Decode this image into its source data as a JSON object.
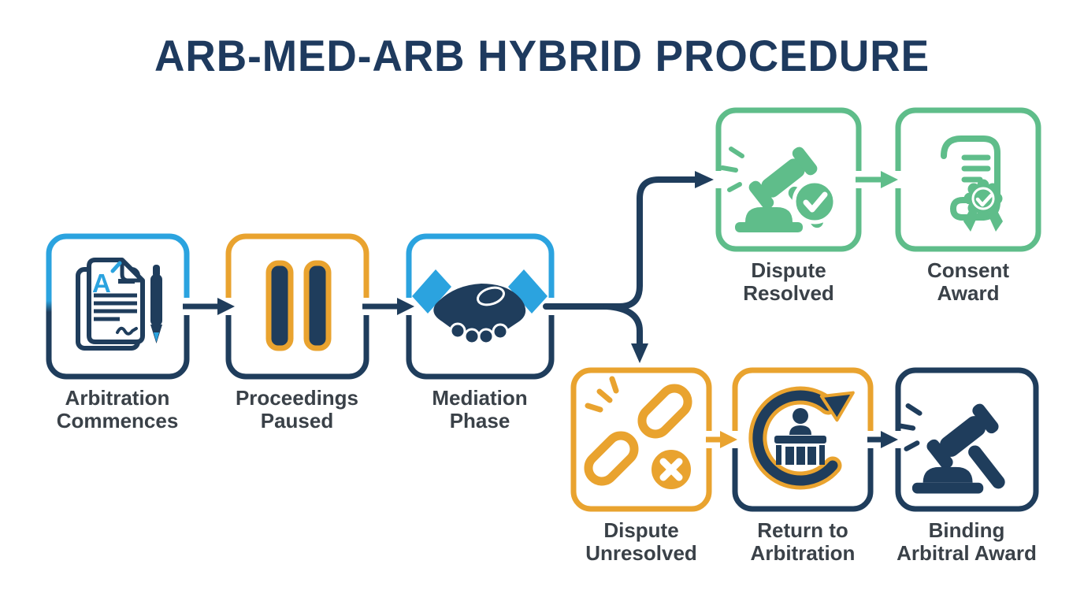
{
  "title": "ARB-MED-ARB HYBRID PROCEDURE",
  "colors": {
    "navy": "#1F3D5C",
    "blue": "#2BA3DF",
    "orange": "#E9A32F",
    "green": "#5FBD8A",
    "label_text": "#3A4148",
    "title_text": "#1E3A5E",
    "background": "#FFFFFF"
  },
  "nodes": [
    {
      "id": "arbitration-commences",
      "label_line1": "Arbitration",
      "label_line2": "Commences",
      "icon": "contract-documents-pen-icon",
      "border_top_color": "#2BA3DF",
      "border_bottom_color": "#1F3D5C"
    },
    {
      "id": "proceedings-paused",
      "label_line1": "Proceedings",
      "label_line2": "Paused",
      "icon": "pause-icon",
      "border_top_color": "#E9A32F",
      "border_bottom_color": "#1F3D5C"
    },
    {
      "id": "mediation-phase",
      "label_line1": "Mediation",
      "label_line2": "Phase",
      "icon": "handshake-icon",
      "border_top_color": "#2BA3DF",
      "border_bottom_color": "#1F3D5C"
    },
    {
      "id": "dispute-resolved",
      "label_line1": "Dispute",
      "label_line2": "Resolved",
      "icon": "gavel-check-icon",
      "border_top_color": "#5FBD8A",
      "border_bottom_color": "#5FBD8A"
    },
    {
      "id": "consent-award",
      "label_line1": "Consent",
      "label_line2": "Award",
      "icon": "scroll-seal-icon",
      "border_top_color": "#5FBD8A",
      "border_bottom_color": "#5FBD8A"
    },
    {
      "id": "dispute-unresolved",
      "label_line1": "Dispute",
      "label_line2": "Unresolved",
      "icon": "broken-chain-icon",
      "border_top_color": "#E9A32F",
      "border_bottom_color": "#E9A32F"
    },
    {
      "id": "return-to-arbitration",
      "label_line1": "Return to",
      "label_line2": "Arbitration",
      "icon": "return-cycle-icon",
      "border_top_color": "#E9A32F",
      "border_bottom_color": "#1F3D5C"
    },
    {
      "id": "binding-arbitral-award",
      "label_line1": "Binding",
      "label_line2": "Arbitral Award",
      "icon": "gavel-icon",
      "border_top_color": "#1F3D5C",
      "border_bottom_color": "#1F3D5C"
    }
  ],
  "connections": [
    {
      "from": "arbitration-commences",
      "to": "proceedings-paused"
    },
    {
      "from": "proceedings-paused",
      "to": "mediation-phase"
    },
    {
      "from": "mediation-phase",
      "to": "dispute-resolved"
    },
    {
      "from": "mediation-phase",
      "to": "dispute-unresolved"
    },
    {
      "from": "dispute-resolved",
      "to": "consent-award"
    },
    {
      "from": "dispute-unresolved",
      "to": "return-to-arbitration"
    },
    {
      "from": "return-to-arbitration",
      "to": "binding-arbitral-award"
    }
  ]
}
